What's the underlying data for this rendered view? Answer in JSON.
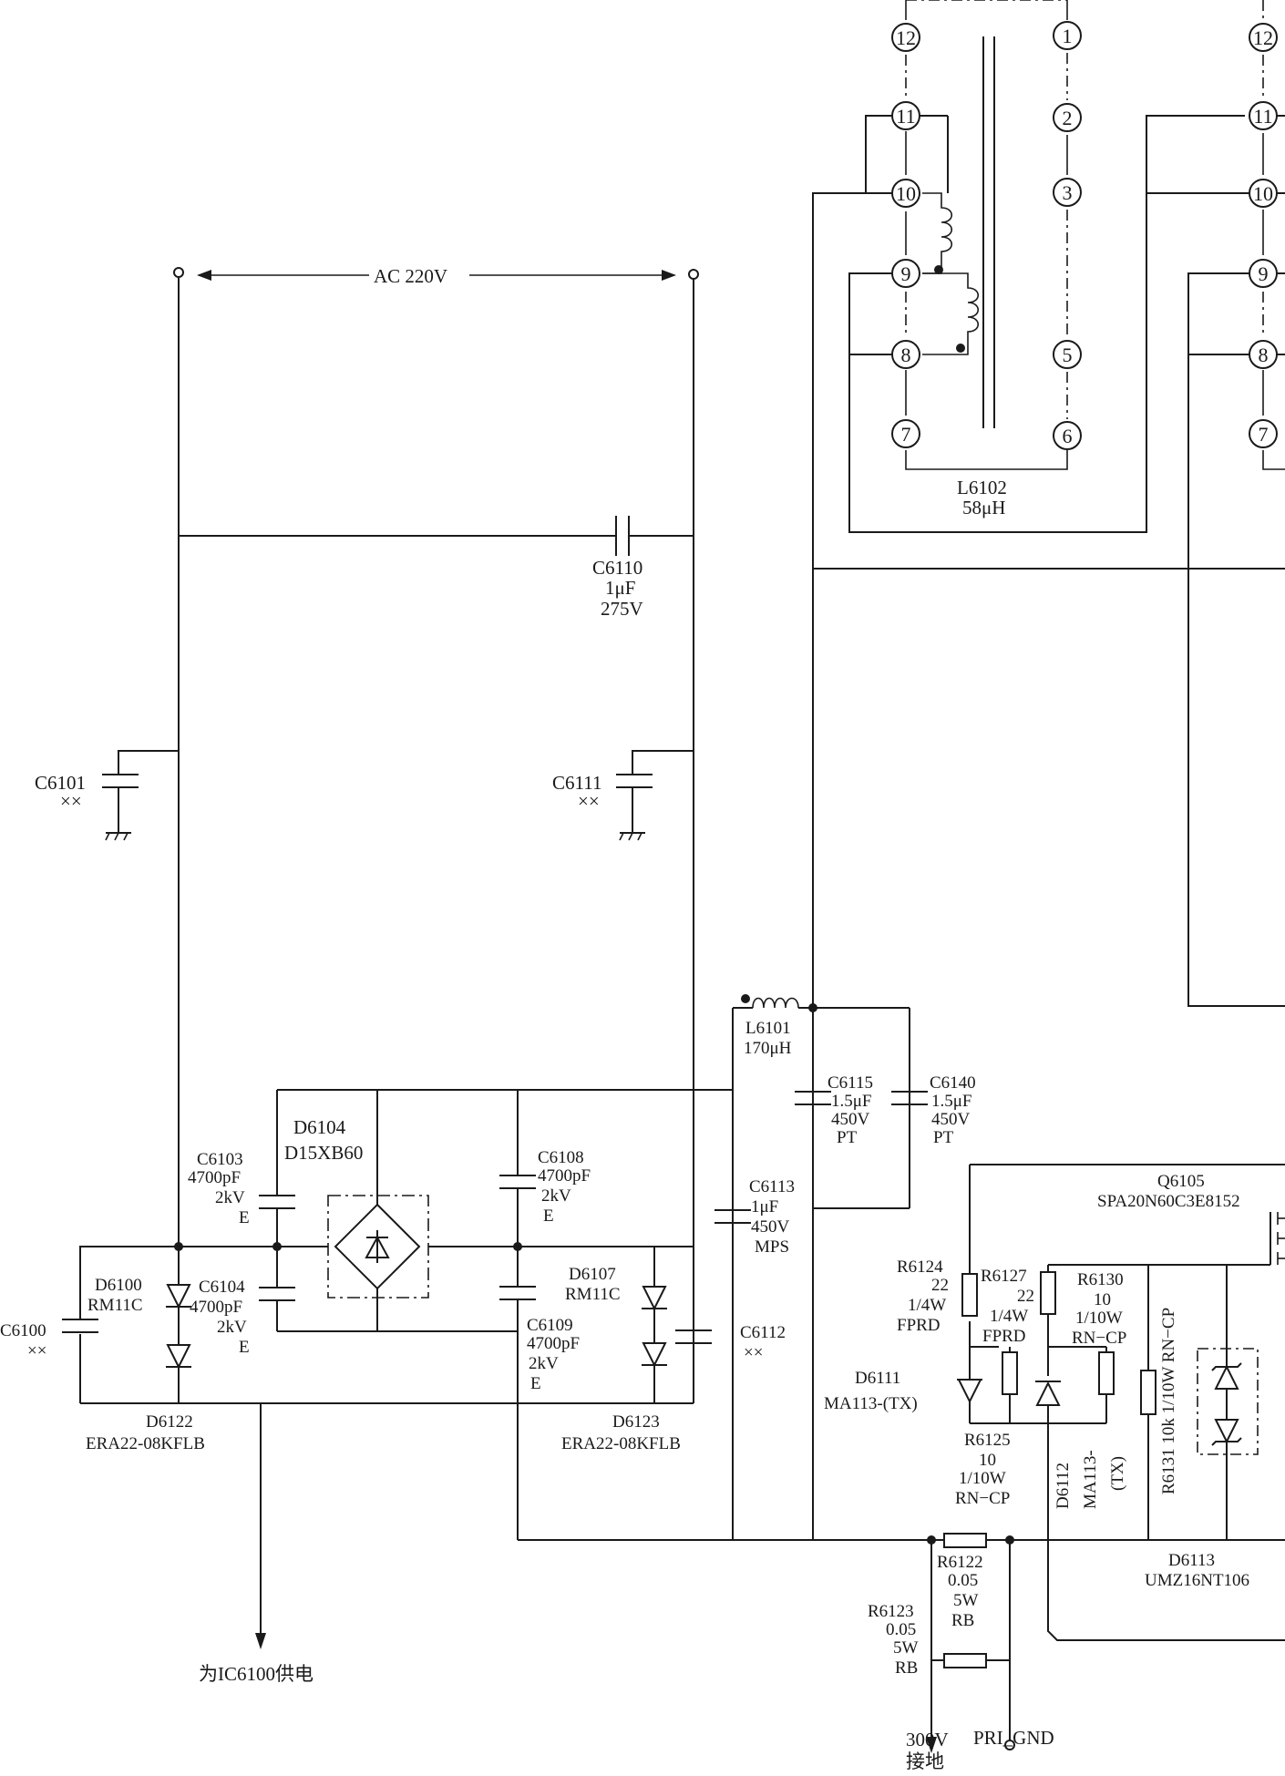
{
  "ac_input": {
    "label": "AC 220V"
  },
  "transformer": {
    "ref": "L6102",
    "value": "58μH",
    "left_pins": [
      "12",
      "11",
      "10",
      "9",
      "8",
      "7"
    ],
    "right_pins": [
      "1",
      "2",
      "3",
      "5",
      "6"
    ],
    "second_pins": [
      "12",
      "11",
      "10",
      "9",
      "8",
      "7"
    ]
  },
  "components": {
    "C6110": {
      "ref": "C6110",
      "value": "1μF",
      "rating": "275V"
    },
    "C6101": {
      "ref": "C6101",
      "value": "××"
    },
    "C6111": {
      "ref": "C6111",
      "value": "××"
    },
    "C6100": {
      "ref": "C6100",
      "value": "××"
    },
    "C6103": {
      "ref": "C6103",
      "value": "4700pF",
      "rating": "2kV",
      "type": "E"
    },
    "C6104": {
      "ref": "C6104",
      "value": "4700pF",
      "rating": "2kV",
      "type": "E"
    },
    "C6108": {
      "ref": "C6108",
      "value": "4700pF",
      "rating": "2kV",
      "type": "E"
    },
    "C6109": {
      "ref": "C6109",
      "value": "4700pF",
      "rating": "2kV",
      "type": "E"
    },
    "D6104": {
      "ref": "D6104",
      "part": "D15XB60"
    },
    "D6100": {
      "ref": "D6100",
      "part": "RM11C"
    },
    "D6107": {
      "ref": "D6107",
      "part": "RM11C"
    },
    "D6122": {
      "ref": "D6122",
      "part": "ERA22-08KFLB"
    },
    "D6123": {
      "ref": "D6123",
      "part": "ERA22-08KFLB"
    },
    "L6101": {
      "ref": "L6101",
      "value": "170μH"
    },
    "C6115": {
      "ref": "C6115",
      "value": "1.5μF",
      "rating": "450V",
      "type": "PT"
    },
    "C6140": {
      "ref": "C6140",
      "value": "1.5μF",
      "rating": "450V",
      "type": "PT"
    },
    "C6113": {
      "ref": "C6113",
      "value": "1μF",
      "rating": "450V",
      "type": "MPS"
    },
    "C6112": {
      "ref": "C6112",
      "value": "××"
    },
    "Q6105": {
      "ref": "Q6105",
      "part": "SPA20N60C3E8152"
    },
    "R6124": {
      "ref": "R6124",
      "value": "22",
      "rating": "1/4W",
      "type": "FPRD"
    },
    "R6127": {
      "ref": "R6127",
      "value": "22",
      "rating": "1/4W",
      "type": "FPRD"
    },
    "R6130": {
      "ref": "R6130",
      "value": "10",
      "rating": "1/10W",
      "type": "RN−CP"
    },
    "R6131": {
      "label": "R6131 10k 1/10W RN−CP"
    },
    "D6111": {
      "ref": "D6111",
      "part": "MA113-(TX)"
    },
    "R6125": {
      "ref": "R6125",
      "value": "10",
      "rating": "1/10W",
      "type": "RN−CP"
    },
    "D6112": {
      "ref": "D6112",
      "part": "MA113-",
      "suffix": "(TX)"
    },
    "D6113": {
      "ref": "D6113",
      "part": "UMZ16NT106"
    },
    "R6122": {
      "ref": "R6122",
      "value": "0.05",
      "rating": "5W",
      "type": "RB"
    },
    "R6123": {
      "ref": "R6123",
      "value": "0.05",
      "rating": "5W",
      "type": "RB"
    }
  },
  "outputs": {
    "ic_supply": "为IC6100供电",
    "ground_300v_line1": "300V",
    "ground_300v_line2": "接地",
    "pri_gnd": "PRI_GND"
  }
}
